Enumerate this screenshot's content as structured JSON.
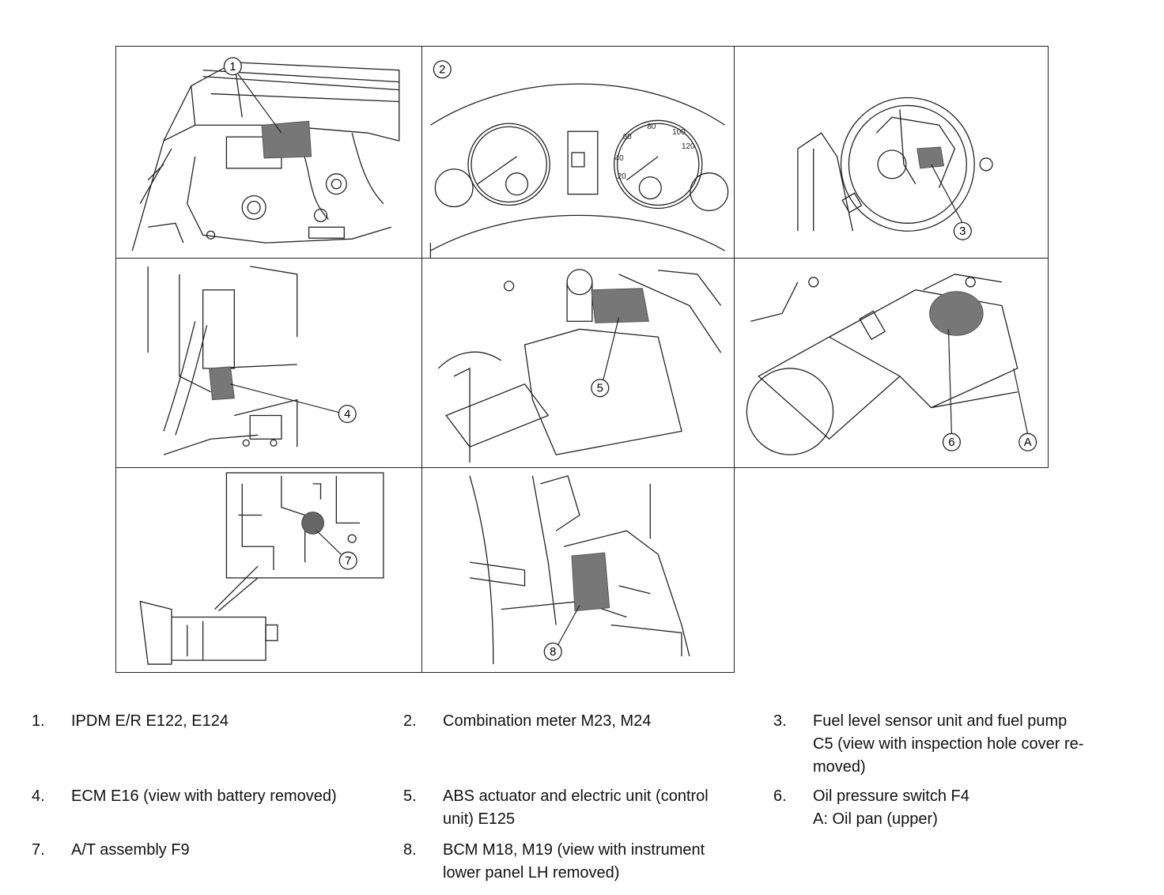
{
  "callouts": {
    "c1": "1",
    "c2": "2",
    "c3": "3",
    "c4": "4",
    "c5": "5",
    "c6": "6",
    "c7": "7",
    "c8": "8",
    "cA": "A"
  },
  "legend": [
    {
      "num": "1.",
      "text": "IPDM E/R E122, E124",
      "sub": ""
    },
    {
      "num": "2.",
      "text": "Combination meter M23, M24",
      "sub": ""
    },
    {
      "num": "3.",
      "text": "Fuel level sensor unit and fuel pump\nC5 (view with inspection hole cover re-\nmoved)",
      "sub": ""
    },
    {
      "num": "4.",
      "text": "ECM E16 (view with battery removed)",
      "sub": ""
    },
    {
      "num": "5.",
      "text": "ABS actuator and electric unit (control\nunit) E125",
      "sub": ""
    },
    {
      "num": "6.",
      "text": "Oil pressure switch F4",
      "sub": "A: Oil pan (upper)"
    },
    {
      "num": "7.",
      "text": "A/T assembly F9",
      "sub": ""
    },
    {
      "num": "8.",
      "text": "BCM M18, M19 (view with instrument\nlower panel LH removed)",
      "sub": ""
    }
  ],
  "colors": {
    "line": "#222222",
    "hatch": "#555555",
    "background": "#ffffff"
  }
}
